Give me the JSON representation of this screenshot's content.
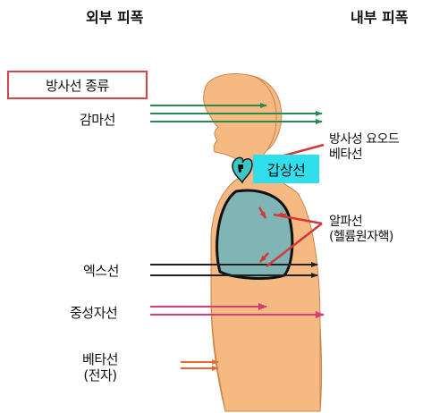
{
  "headers": {
    "external": "외부 피폭",
    "internal": "내부 피폭"
  },
  "labels": {
    "radiation_type": "방사선 종류",
    "gamma": "감마선",
    "xray": "엑스선",
    "neutron": "중성자선",
    "beta_external_line1": "베타선",
    "beta_external_line2": "(전자)",
    "thyroid": "갑상선",
    "iodine_line1": "방사성 요오드",
    "iodine_line2": "베타선",
    "alpha_line1": "알파선",
    "alpha_line2": "(헬륨원자핵)"
  },
  "colors": {
    "skin": "#f5b981",
    "body_outline": "#c8864c",
    "lung": "#7fb5b4",
    "thyroid_icon": "#3cc7c7",
    "thyroid_label_bg": "#2fe0ec",
    "gamma": "#2a8a55",
    "xray": "#222222",
    "neutron": "#d63b7a",
    "beta": "#e56b2e",
    "internal_arrows": "#d23a3a",
    "type_box_border": "#d9414b"
  }
}
